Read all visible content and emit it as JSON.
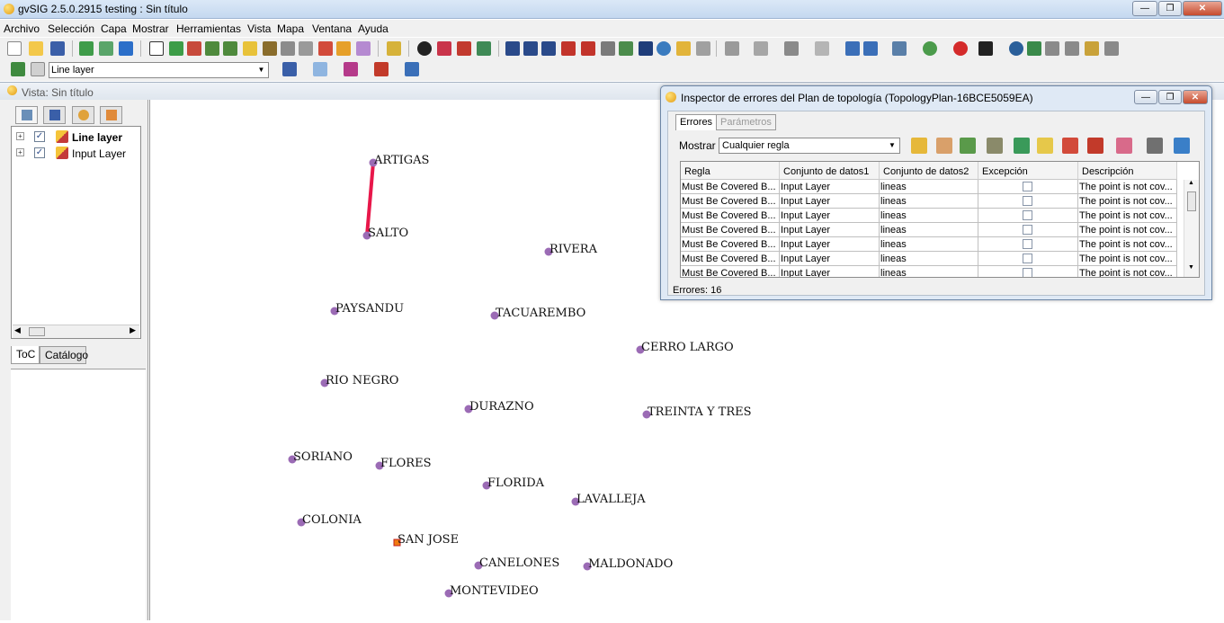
{
  "window": {
    "title": "gvSIG 2.5.0.2915 testing : Sin título"
  },
  "menu": [
    "Archivo",
    "Selección",
    "Capa",
    "Mostrar",
    "Herramientas",
    "Vista",
    "Mapa",
    "Ventana",
    "Ayuda"
  ],
  "toolbar": {
    "layer_selector": "Line layer"
  },
  "view": {
    "title": "Vista: Sin título"
  },
  "toc": {
    "layers": [
      {
        "name": "Line layer",
        "checked": true,
        "bold": true
      },
      {
        "name": "Input Layer",
        "checked": true,
        "bold": false
      }
    ],
    "tabs": [
      "ToC",
      "Catálogo"
    ]
  },
  "map": {
    "line_color": "#e8174a",
    "point_color": "#9b6bb5",
    "error_point_color": "#f07a10",
    "places": [
      "ARTIGAS",
      "SALTO",
      "RIVERA",
      "PAYSANDU",
      "TACUAREMBO",
      "CERRO LARGO",
      "RIO NEGRO",
      "DURAZNO",
      "TREINTA Y TRES",
      "SORIANO",
      "FLORES",
      "FLORIDA",
      "LAVALLEJA",
      "COLONIA",
      "SAN JOSE",
      "CANELONES",
      "MALDONADO",
      "MONTEVIDEO"
    ]
  },
  "dialog": {
    "title": "Inspector de errores del Plan de topología (TopologyPlan-16BCE5059EA)",
    "tabs": [
      "Errores",
      "Parámetros"
    ],
    "show_label": "Mostrar",
    "rule_filter": "Cualquier regla",
    "columns": [
      "Regla",
      "Conjunto de datos1",
      "Conjunto de datos2",
      "Excepción",
      "Descripción"
    ],
    "rows": [
      [
        "Must Be Covered B...",
        "Input Layer",
        "lineas",
        "The point is not cov..."
      ],
      [
        "Must Be Covered B...",
        "Input Layer",
        "lineas",
        "The point is not cov..."
      ],
      [
        "Must Be Covered B...",
        "Input Layer",
        "lineas",
        "The point is not cov..."
      ],
      [
        "Must Be Covered B...",
        "Input Layer",
        "lineas",
        "The point is not cov..."
      ],
      [
        "Must Be Covered B...",
        "Input Layer",
        "lineas",
        "The point is not cov..."
      ],
      [
        "Must Be Covered B...",
        "Input Layer",
        "lineas",
        "The point is not cov..."
      ],
      [
        "Must Be Covered B...",
        "Input Layer",
        "lineas",
        "The point is not cov..."
      ]
    ],
    "error_count": "Errores: 16"
  }
}
